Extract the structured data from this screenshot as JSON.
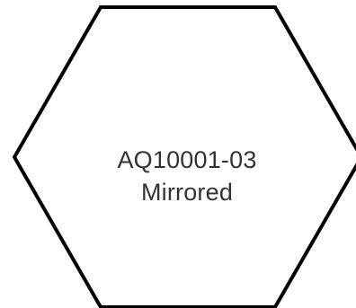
{
  "shape": {
    "kind": "hexagon",
    "stroke_color": "#000000",
    "fill_color": "#ffffff"
  },
  "text": {
    "line1": "AQ10001-03",
    "line2": "Mirrored",
    "color": "#333333"
  }
}
